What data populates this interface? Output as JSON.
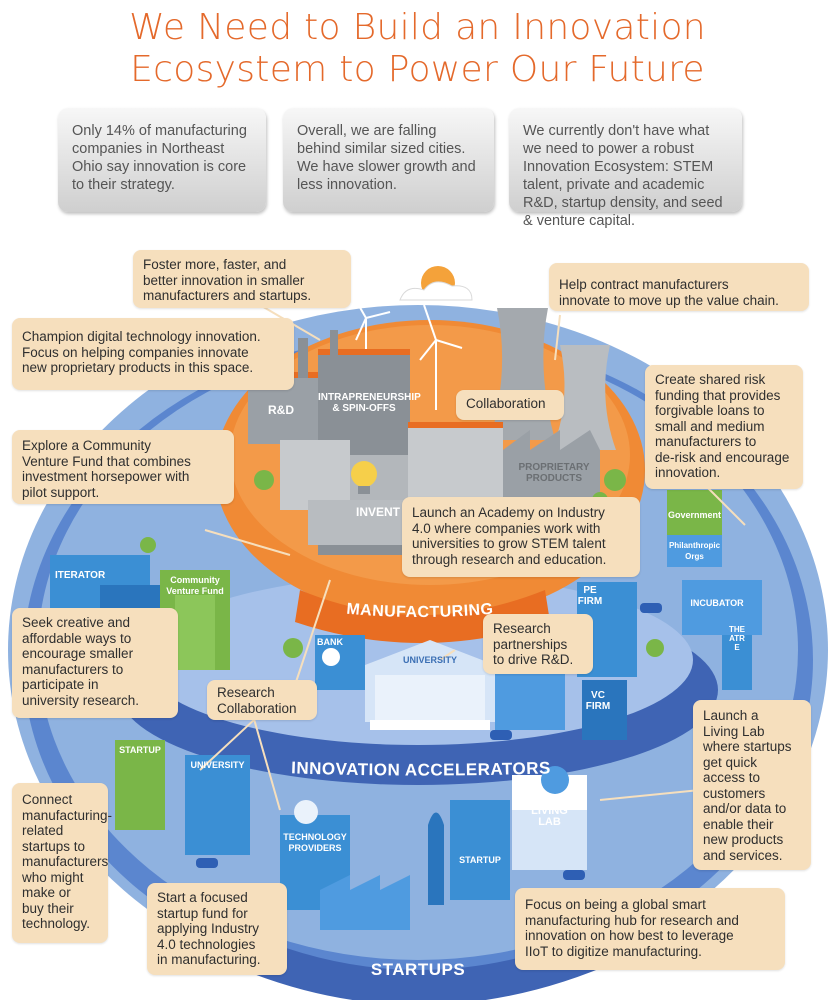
{
  "header": {
    "title_line1": "We Need to Build an Innovation",
    "title_line2": "Ecosystem to Power Our Future"
  },
  "stats": [
    {
      "text": "Only 14% of manufacturing companies in Northeast Ohio say innovation is core to their strategy."
    },
    {
      "text": "Overall, we are falling behind similar sized cities. We have slower growth and less innovation."
    },
    {
      "text": "We currently don't have what we need to power a robust Innovation Ecosystem: STEM talent, private and academic R&D, startup density, and seed & venture capital."
    }
  ],
  "bands": {
    "manufacturing": "MANUFACTURING",
    "innovation_accelerators": "INNOVATION ACCELERATORS",
    "startups": "STARTUPS"
  },
  "building_labels": {
    "rd": "R&D",
    "intrapreneurship": "INTRAPRENEURSHIP\n& SPIN-OFFS",
    "proprietary_products": "PROPRIETARY\nPRODUCTS",
    "invent": "INVENT",
    "iterator": "ITERATOR",
    "community_venture_fund": "Community\nVenture Fund",
    "government": "Government",
    "philanthropic": "Philanthropic\nOrgs",
    "incubator": "INCUBATOR",
    "pe_firm": "PE\nFIRM",
    "bank": "BANK",
    "university_center": "UNIVERSITY",
    "vc_firm": "VC\nFIRM",
    "theatre": "THEATRE",
    "startup_left": "STARTUP",
    "university_left": "UNIVERSITY",
    "living_lab": "LIVING\nLAB",
    "technology_providers": "TECHNOLOGY\nPROVIDERS",
    "startup_right": "STARTUP"
  },
  "callouts": {
    "foster": "Foster more, faster, and\nbetter innovation in smaller\nmanufacturers and startups.",
    "contract": "Help contract manufacturers\ninnovate to move up the value chain.",
    "digital": "Champion digital technology innovation.\nFocus on helping companies innovate\nnew proprietary products in this space.",
    "collaboration": "Collaboration",
    "risk": "Create shared risk\nfunding that provides\nforgivable loans to\nsmall and medium\nmanufacturers to\nde-risk and encourage\ninnovation.",
    "venture": "Explore a Community\nVenture Fund that combines\ninvestment horsepower with\npilot support.",
    "academy": "Launch an Academy on Industry\n4.0 where companies work with\nuniversities to grow STEM talent\nthrough research and education.",
    "seek": "Seek creative and\naffordable ways to\nencourage smaller\nmanufacturers to\nparticipate in\nuniversity research.",
    "research_partnerships": "Research\npartnerships\nto drive R&D.",
    "research_collab": "Research\nCollaboration",
    "living_lab": "Launch a\nLiving Lab\nwhere startups\nget quick\naccess to\ncustomers\nand/or data to\nenable their\nnew products\nand services.",
    "connect": "Connect\nmanufacturing-\nrelated\nstartups to\nmanufacturers\nwho might\nmake or\nbuy their\ntechnology.",
    "startup_fund": "Start a focused\nstartup fund for\napplying Industry\n4.0 technologies\nin manufacturing.",
    "global_hub": "Focus on being a global smart\nmanufacturing hub for research and\ninnovation on how best to leverage\nIIoT to digitize manufacturing."
  },
  "colors": {
    "title_orange": "#e4692b",
    "callout_tan": "#f6dfbd",
    "band_blue": "#3f64b4",
    "outer_oval": "#8fb2e0",
    "manufacturing_orange": "#f08a35",
    "building_grey": "#9aa0a6",
    "building_blue": "#3b8fd4",
    "green": "#7ab648"
  }
}
